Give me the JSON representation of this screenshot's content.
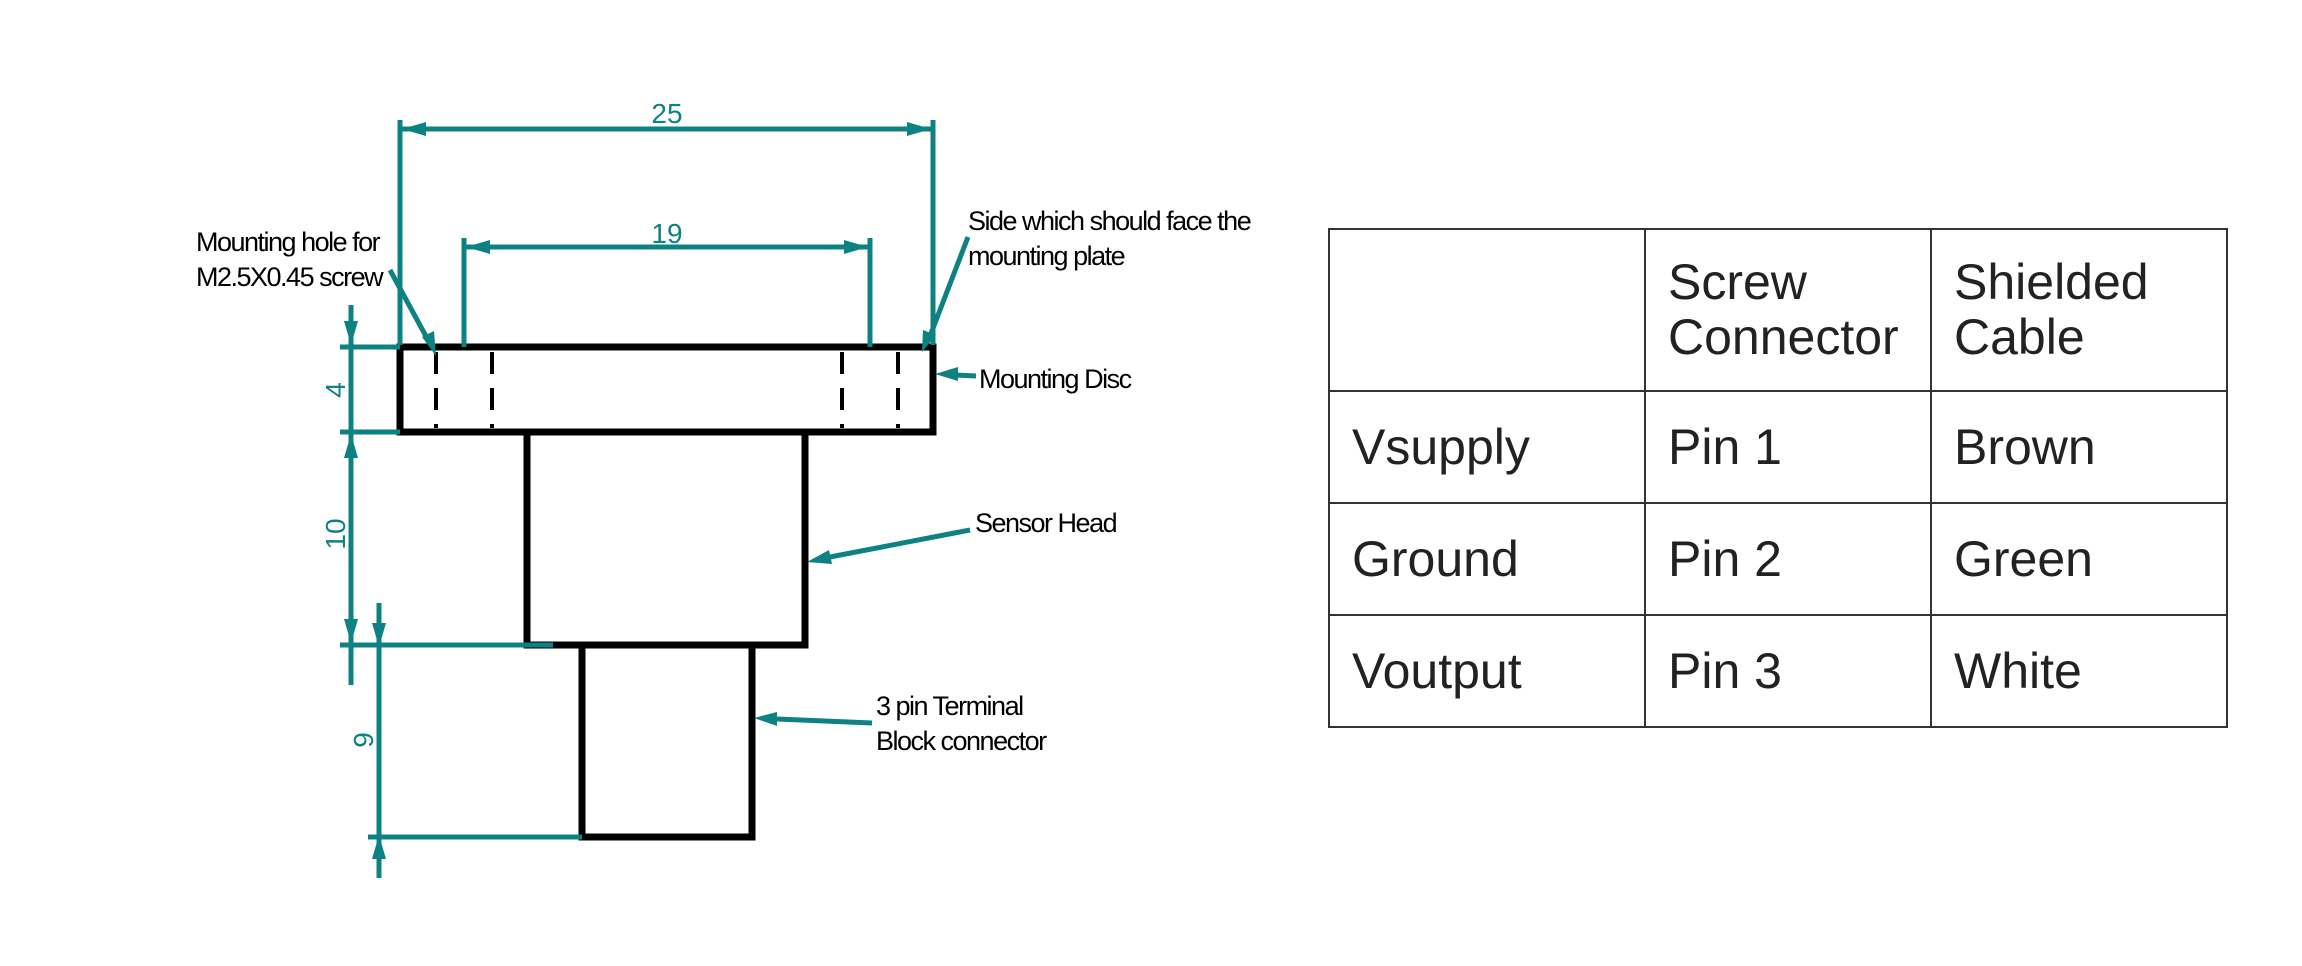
{
  "diagram": {
    "accent_color": "#0e8283",
    "dimensions": {
      "total_width": "25",
      "hole_spacing": "19",
      "disc_height": "4",
      "head_height": "10",
      "connector_height": "9"
    },
    "callouts": {
      "mounting_hole": [
        "Mounting hole for",
        "M2.5X0.45 screw"
      ],
      "face_side": [
        "Side which should face the",
        "mounting plate"
      ],
      "mounting_disc": "Mounting Disc",
      "sensor_head": "Sensor Head",
      "terminal_block": [
        "3 pin Terminal",
        "Block connector"
      ]
    }
  },
  "table": {
    "headers": [
      "",
      "Screw Connector",
      "Shielded Cable"
    ],
    "rows": [
      [
        "Vsupply",
        "Pin 1",
        "Brown"
      ],
      [
        "Ground",
        "Pin 2",
        "Green"
      ],
      [
        "Voutput",
        "Pin 3",
        "White"
      ]
    ]
  }
}
